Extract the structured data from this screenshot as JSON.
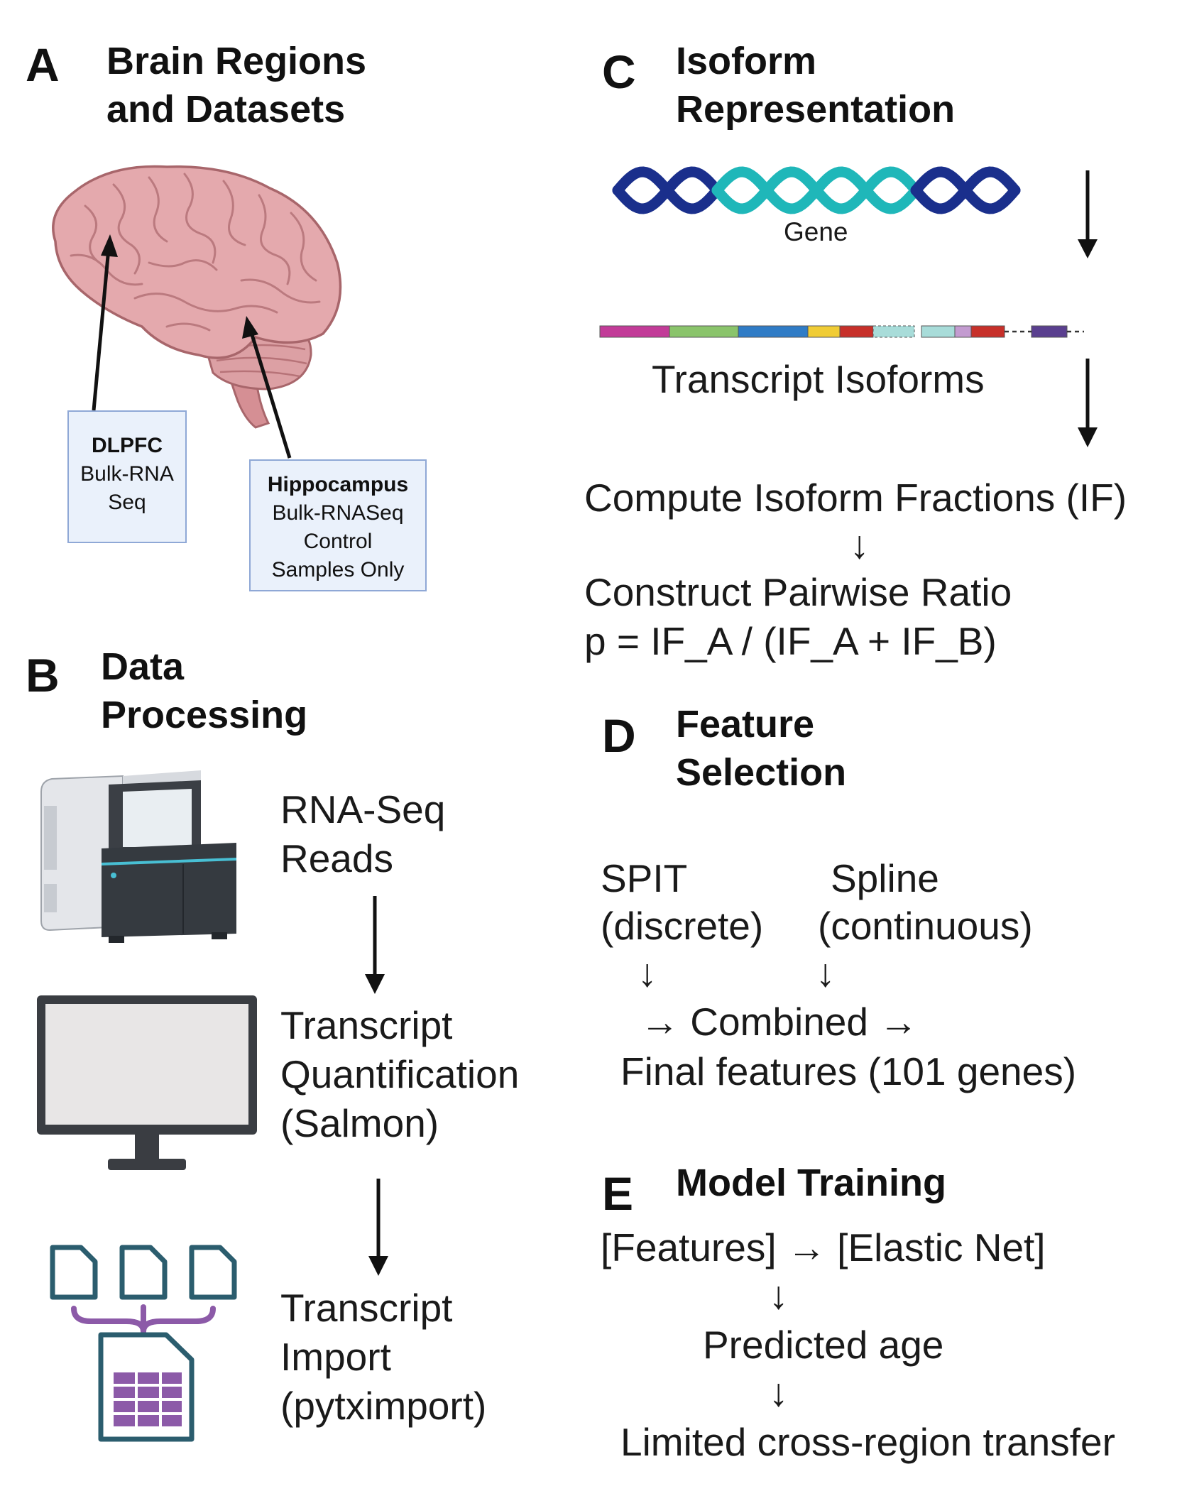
{
  "panel_a": {
    "letter": "A",
    "title_line1": "Brain Regions",
    "title_line2": "and Datasets",
    "dlpfc_box": {
      "title": "DLPFC",
      "line1": "Bulk-RNA",
      "line2": "Seq"
    },
    "hippocampus_box": {
      "title": "Hippocampus",
      "line1": "Bulk-RNASeq",
      "line2": "Control",
      "line3": "Samples Only"
    }
  },
  "panel_b": {
    "letter": "B",
    "title_line1": "Data",
    "title_line2": "Processing",
    "step1": {
      "line1": "RNA-Seq",
      "line2": "Reads"
    },
    "step2": {
      "line1": "Transcript",
      "line2": "Quantification",
      "line3": "(Salmon)"
    },
    "step3": {
      "line1": "Transcript",
      "line2": "Import",
      "line3": "(pytximport)"
    }
  },
  "panel_c": {
    "letter": "C",
    "title_line1": "Isoform",
    "title_line2": "Representation",
    "gene_label": "Gene",
    "isoforms_label": "Transcript Isoforms",
    "compute_label": "Compute Isoform Fractions (IF)",
    "arrow_glyph": "↓",
    "ratio_line1": "Construct Pairwise Ratio",
    "ratio_line2": "p = IF_A / (IF_A + IF_B)",
    "colors": {
      "helix_dark": "#1a2f8c",
      "helix_teal": "#1fb7b9"
    },
    "exons": [
      "#c23b98",
      "#8ac46b",
      "#2f7cc6",
      "#f0cc35",
      "#c7302a",
      "#a8dcd9",
      "#a8dcd9",
      "#c39bd0",
      "#c7302a",
      "#5a3f8f"
    ]
  },
  "panel_d": {
    "letter": "D",
    "title_line1": "Feature",
    "title_line2": "Selection",
    "spit_line1": "SPIT",
    "spit_line2": "(discrete)",
    "spline_line1": "Spline",
    "spline_line2": "(continuous)",
    "arrow_glyph": "↓",
    "combined": "→ Combined →",
    "final": "Final features (101 genes)"
  },
  "panel_e": {
    "letter": "E",
    "title": "Model Training",
    "features_line": "[Features] → [Elastic Net]",
    "arrow_glyph": "↓",
    "predicted": "Predicted age",
    "limited": "Limited cross-region transfer"
  }
}
